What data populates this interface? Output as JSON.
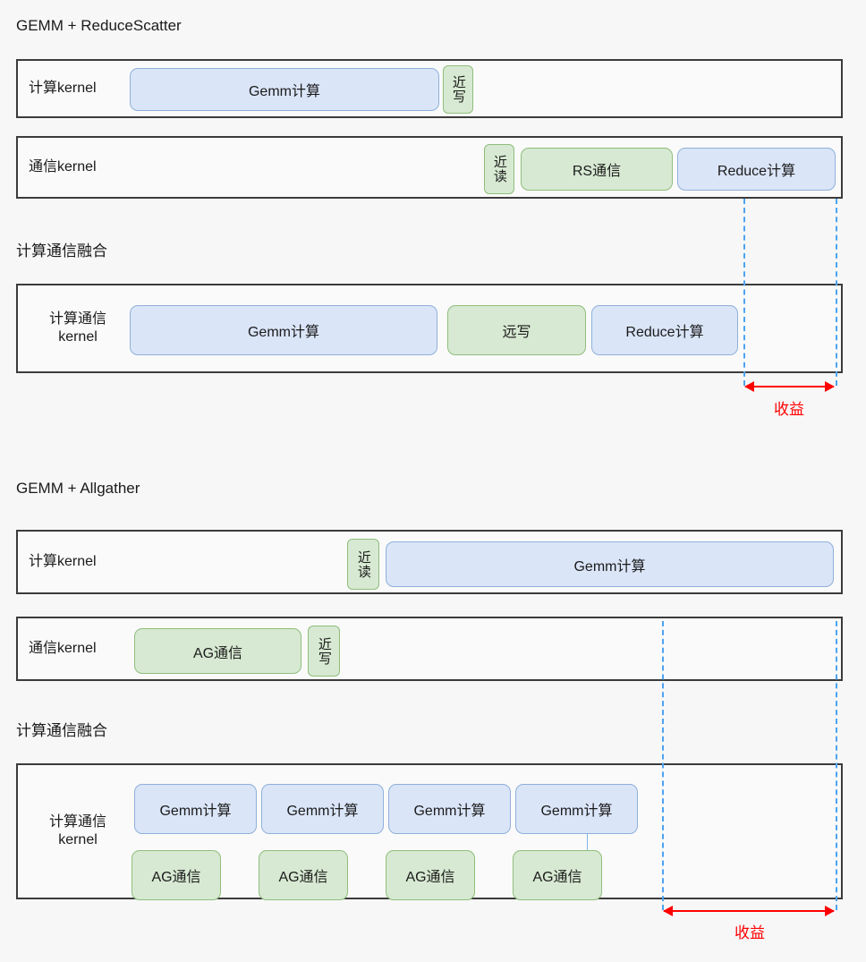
{
  "palette": {
    "page_background": "#f7f7f7",
    "lane_border": "#3b3b3b",
    "lane_fill": "#fafafa",
    "compute_block_fill": "#dae5f8",
    "compute_block_border": "#8fb0d9",
    "comm_block_fill": "#d7e9d2",
    "comm_block_border": "#8fbe7d",
    "guide_line": "#4da3f0",
    "benefit_arrow": "#ff0000",
    "text": "#1a1a1a"
  },
  "sections": [
    {
      "id": "gemm-reduce-scatter",
      "caption": "GEMM + ReduceScatter",
      "fused_caption": "计算通信融合",
      "lanes": [
        {
          "id": "compute-kernel",
          "label": "计算kernel",
          "label_lines": [
            "计算kernel"
          ],
          "blocks": [
            {
              "text": "Gemm计算",
              "kind": "compute",
              "orientation": "horizontal"
            },
            {
              "text": "近写",
              "kind": "comm",
              "orientation": "vertical"
            }
          ]
        },
        {
          "id": "comm-kernel",
          "label": "通信kernel",
          "label_lines": [
            "通信kernel"
          ],
          "blocks": [
            {
              "text": "近读",
              "kind": "comm",
              "orientation": "vertical"
            },
            {
              "text": "RS通信",
              "kind": "comm",
              "orientation": "horizontal"
            },
            {
              "text": "Reduce计算",
              "kind": "compute",
              "orientation": "horizontal"
            }
          ]
        },
        {
          "id": "fused-kernel",
          "label": "计算通信 kernel",
          "label_lines": [
            "计算通信",
            "kernel"
          ],
          "blocks": [
            {
              "text": "Gemm计算",
              "kind": "compute",
              "orientation": "horizontal"
            },
            {
              "text": "远写",
              "kind": "comm",
              "orientation": "horizontal"
            },
            {
              "text": "Reduce计算",
              "kind": "compute",
              "orientation": "horizontal"
            }
          ]
        }
      ],
      "benefit_label": "收益"
    },
    {
      "id": "gemm-allgather",
      "caption": "GEMM + Allgather",
      "fused_caption": "计算通信融合",
      "lanes": [
        {
          "id": "compute-kernel",
          "label": "计算kernel",
          "label_lines": [
            "计算kernel"
          ],
          "blocks": [
            {
              "text": "近读",
              "kind": "comm",
              "orientation": "vertical"
            },
            {
              "text": "Gemm计算",
              "kind": "compute",
              "orientation": "horizontal"
            }
          ]
        },
        {
          "id": "comm-kernel",
          "label": "通信kernel",
          "label_lines": [
            "通信kernel"
          ],
          "blocks": [
            {
              "text": "AG通信",
              "kind": "comm",
              "orientation": "horizontal"
            },
            {
              "text": "近写",
              "kind": "comm",
              "orientation": "vertical"
            }
          ]
        },
        {
          "id": "fused-kernel",
          "label": "计算通信 kernel",
          "label_lines": [
            "计算通信",
            "kernel"
          ],
          "compute_blocks": [
            {
              "text": "Gemm计算",
              "kind": "compute"
            },
            {
              "text": "Gemm计算",
              "kind": "compute"
            },
            {
              "text": "Gemm计算",
              "kind": "compute"
            },
            {
              "text": "Gemm计算",
              "kind": "compute"
            }
          ],
          "comm_blocks": [
            {
              "text": "AG通信",
              "kind": "comm"
            },
            {
              "text": "AG通信",
              "kind": "comm"
            },
            {
              "text": "AG通信",
              "kind": "comm"
            },
            {
              "text": "AG通信",
              "kind": "comm"
            }
          ]
        }
      ],
      "benefit_label": "收益"
    }
  ]
}
